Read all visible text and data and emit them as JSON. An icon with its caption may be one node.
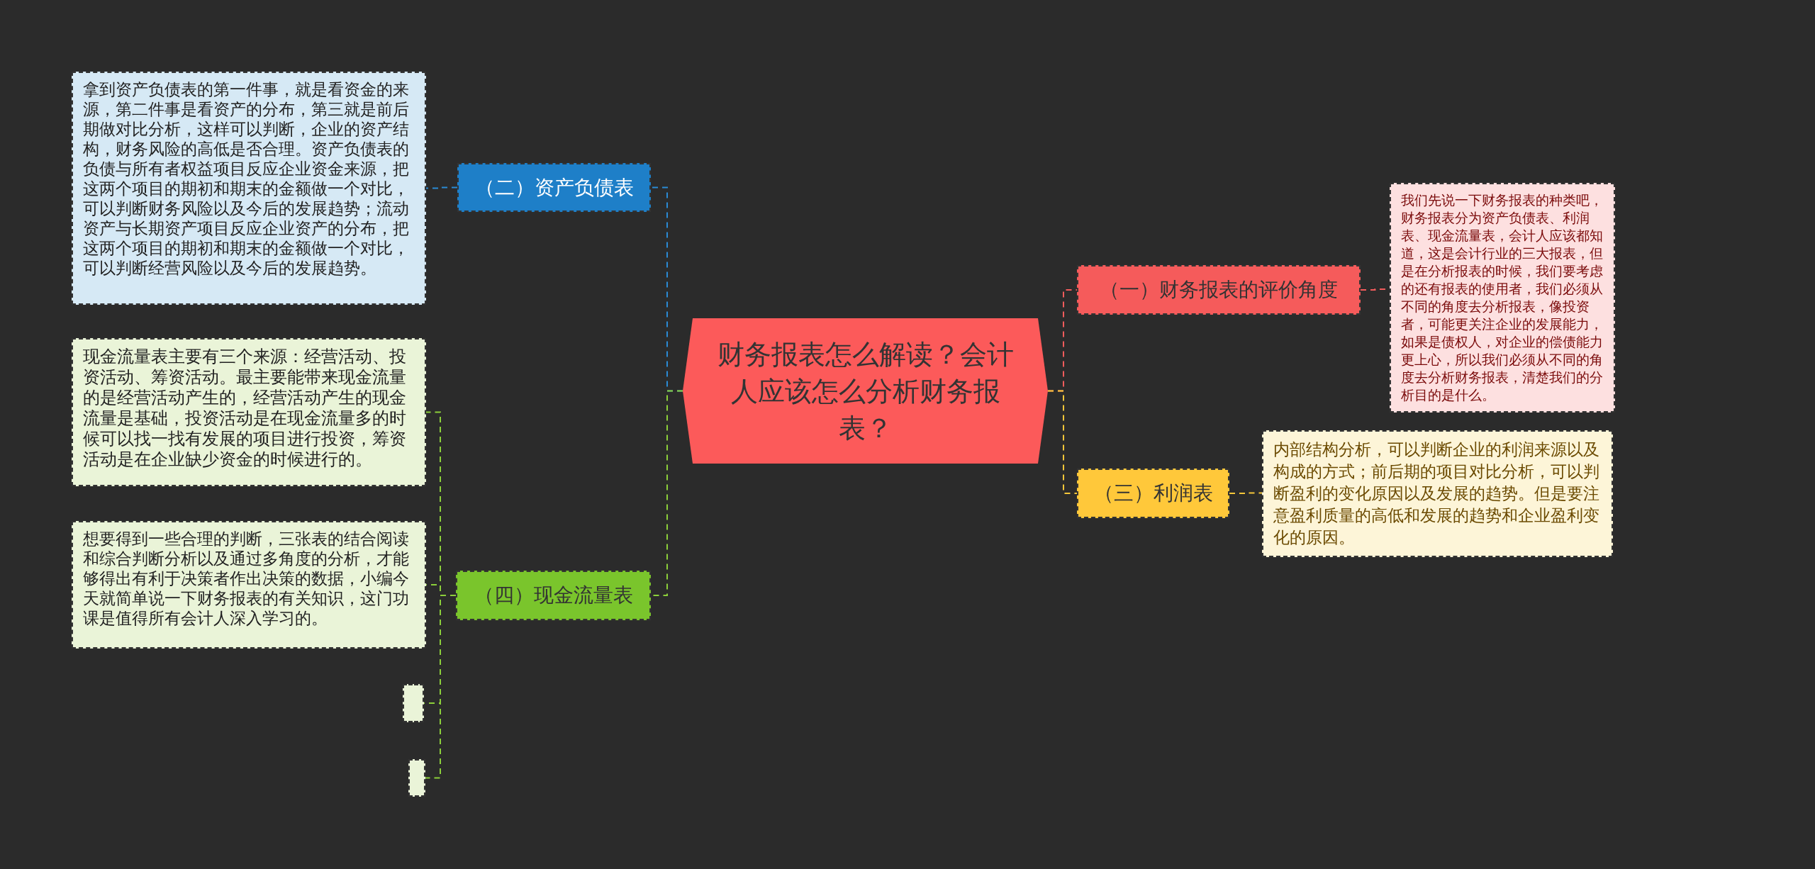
{
  "diagram": {
    "nodes": [
      {
        "text": [
          "财务报表怎么解读？会计人应该怎么分析财务报表？"
        ]
      },
      {
        "text": [
          "（一）财务报表的评价角度"
        ]
      },
      {
        "text": [
          "我们先说一下财务报表的种类吧，财务报表分为资产负债表、利润表、现金流量表，会计人应该都知道，这是会计行业的三大报表，但是在分析报表的时候，我们要考虑的还有报表的使用者，我们必须从不同的角度去分析报表，像投资者，可能更关注企业的发展能力，如果是债权人，对企业的偿债能力更上心，所以我们必须从不同的角度去分析财务报表，清楚我们的分析目的是什么。"
        ]
      },
      {
        "text": [
          "（三）利润表"
        ]
      },
      {
        "text": [
          "内部结构分析，可以判断企业的利润来源以及构成的方式；前后期的项目对比分析，可以判断盈利的变化原因以及发展的趋势。但是要注意盈利质量的高低和发展的趋势和企业盈利变化的原因。"
        ]
      },
      {
        "text": [
          "（二）资产负债表"
        ]
      },
      {
        "text": [
          "拿到资产负债表的第一件事，就是看资金的来源，第二件事是看资产的分布，第三就是前后期做对比分析，这样可以判断，企业的资产结构，财务风险的高低是否合理。资产负债表的负债与所有者权益项目反应企业资金来源，把这两个项目的期初和期末的金额做一个对比，可以判断财务风险以及今后的发展趋势；流动资产与长期资产项目反应企业资产的分布，把这两个项目的期初和期末的金额做一个对比，可以判断经营风险以及今后的发展趋势。"
        ]
      },
      {
        "text": [
          "（四）现金流量表"
        ]
      },
      {
        "text": [
          "现金流量表主要有三个来源：经营活动、投资活动、筹资活动。最主要能带来现金流量的是经营活动产生的，经营活动产生的现金流量是基础，投资活动是在现金流量多的时候可以找一找有发展的项目进行投资，筹资活动是在企业缺少资金的时候进行的。"
        ]
      },
      {
        "text": [
          "想要得到一些合理的判断，三张表的结合阅读和综合判断分析以及通过多角度的分析，才能够得出有利于决策者作出决策的数据，小编今天就简单说一下财务报表的有关知识，这门功课是值得所有会计人深入学习的。"
        ]
      },
      {
        "text": [],
        "shape": "box"
      },
      {
        "text": [],
        "shape": "box"
      }
    ],
    "edges": [
      {
        "from": 0,
        "to": 1,
        "arrow": "none",
        "style": "dashed",
        "color": "#f25c5c"
      },
      {
        "from": 1,
        "to": 2,
        "arrow": "none",
        "style": "dashed",
        "color": "#f25c5c"
      },
      {
        "from": 0,
        "to": 3,
        "arrow": "none",
        "style": "dashed",
        "color": "#f6c73a"
      },
      {
        "from": 3,
        "to": 4,
        "arrow": "none",
        "style": "dashed",
        "color": "#f6c73a"
      },
      {
        "from": 0,
        "to": 5,
        "arrow": "none",
        "style": "dashed",
        "color": "#2a8bd6"
      },
      {
        "from": 5,
        "to": 6,
        "arrow": "none",
        "style": "dashed",
        "color": "#2a8bd6"
      },
      {
        "from": 0,
        "to": 7,
        "arrow": "none",
        "style": "dashed",
        "color": "#8ccf3a"
      },
      {
        "from": 7,
        "to": 8,
        "arrow": "none",
        "style": "dashed",
        "color": "#8ccf3a"
      },
      {
        "from": 7,
        "to": 9,
        "arrow": "none",
        "style": "dashed",
        "color": "#8ccf3a"
      },
      {
        "from": 7,
        "to": 10,
        "arrow": "none",
        "style": "dashed",
        "color": "#8ccf3a"
      },
      {
        "from": 7,
        "to": 11,
        "arrow": "none",
        "style": "dashed",
        "color": "#8ccf3a"
      }
    ]
  }
}
